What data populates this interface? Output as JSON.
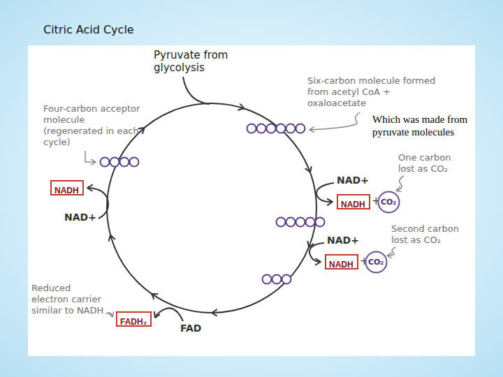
{
  "diagram": {
    "title": "Citric Acid Cycle",
    "nodes": [
      {
        "text": [
          "NADH"
        ]
      },
      {
        "text": [
          "NADH"
        ]
      },
      {
        "text": [
          "CO₂"
        ]
      },
      {
        "text": [
          "NADH"
        ]
      },
      {
        "text": [
          "CO₂"
        ]
      },
      {
        "text": [
          "FADH₂"
        ]
      }
    ],
    "labels": [
      "Pyruvate from glycolysis",
      "Six-carbon molecule formed from acetyl CoA + oxaloacetate",
      "Which was made from pyruvate molecules",
      "Four-carbon acceptor molecule (regenerated in each cycle)",
      "One carbon lost as CO₂",
      "NAD+",
      "+",
      "NAD+",
      "Second carbon lost as CO₂",
      "NAD+",
      "+",
      "Reduced electron carrier similar to NADH",
      "FAD"
    ]
  }
}
